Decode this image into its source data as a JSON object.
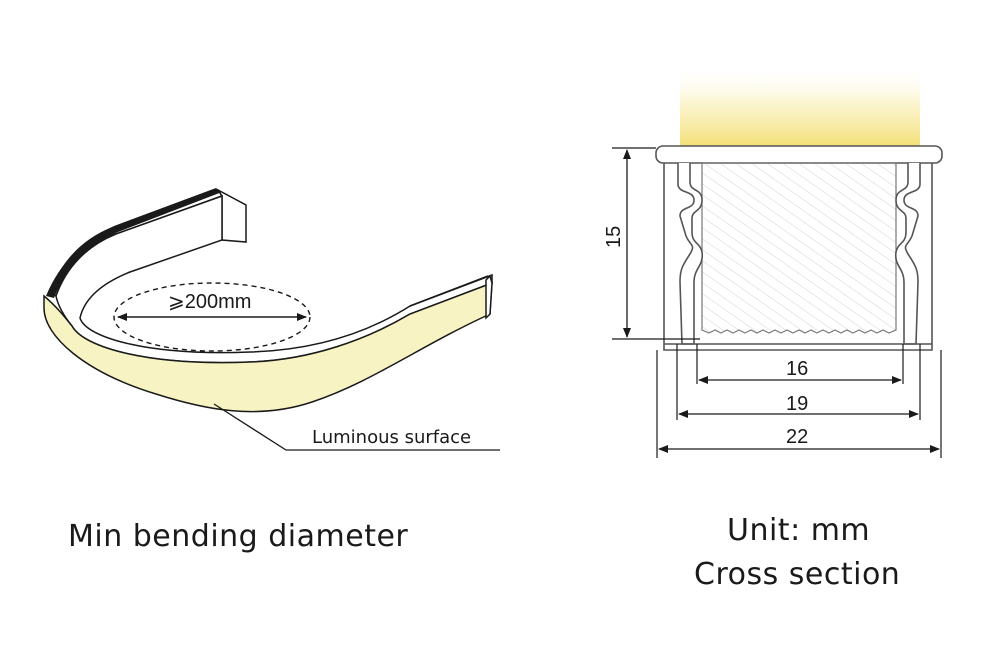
{
  "bending": {
    "diameter_label": "⩾200mm",
    "luminous_label": "Luminous surface",
    "caption": "Min bending diameter"
  },
  "cross_section": {
    "dim_height": "15",
    "dim_inner": "16",
    "dim_mid": "19",
    "dim_outer": "22",
    "unit_label": "Unit: mm",
    "caption": "Cross section"
  },
  "colors": {
    "luminous_fill": "#f7f3c2",
    "glow": "#f3e27a",
    "line": "#1a1a1a"
  }
}
